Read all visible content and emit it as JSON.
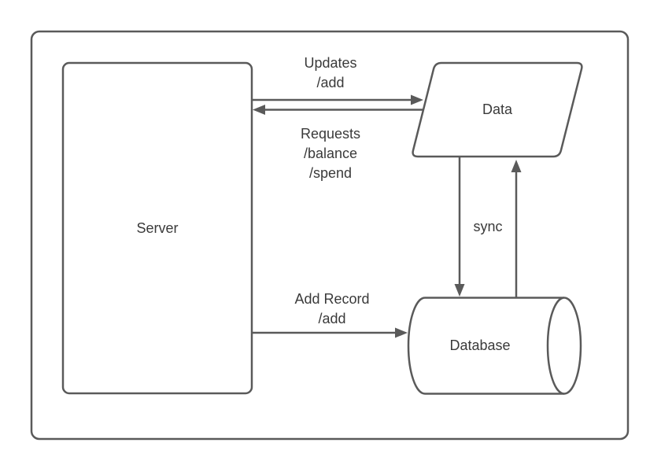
{
  "diagram": {
    "nodes": {
      "server": {
        "label": "Server",
        "shape": "rectangle"
      },
      "data": {
        "label": "Data",
        "shape": "parallelogram"
      },
      "database": {
        "label": "Database",
        "shape": "cylinder-horizontal"
      }
    },
    "edges": {
      "updates": {
        "from": "server",
        "to": "data",
        "direction": "right",
        "lines": [
          "Updates",
          "/add"
        ]
      },
      "requests": {
        "from": "data",
        "to": "server",
        "direction": "left",
        "lines": [
          "Requests",
          "/balance",
          "/spend"
        ]
      },
      "sync_down": {
        "from": "data",
        "to": "database",
        "direction": "down",
        "lines": []
      },
      "sync_up": {
        "from": "database",
        "to": "data",
        "direction": "up",
        "lines": [
          "sync"
        ]
      },
      "add_record": {
        "from": "server",
        "to": "database",
        "direction": "right",
        "lines": [
          "Add Record",
          "/add"
        ]
      }
    },
    "colors": {
      "stroke": "#5a5a5a",
      "text": "#3a3a3a",
      "background": "#ffffff"
    }
  }
}
